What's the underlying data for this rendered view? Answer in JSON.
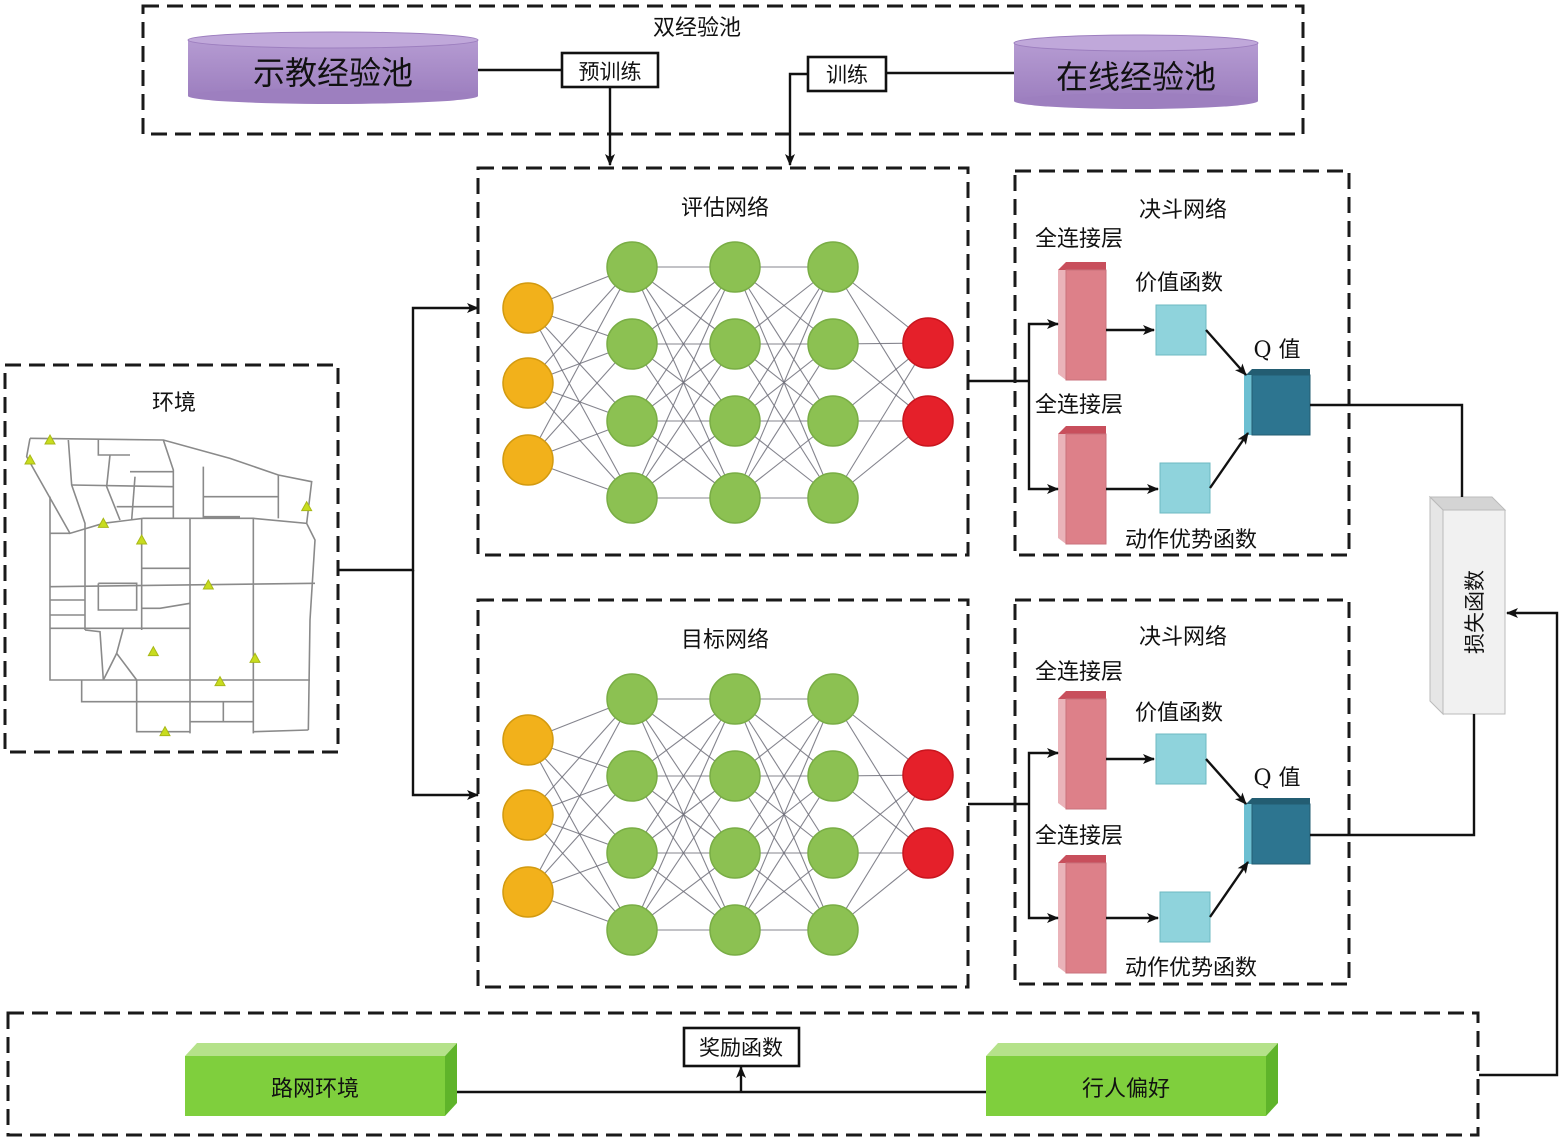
{
  "experience_pool": {
    "title": "双经验池",
    "demo_pool": "示教经验池",
    "online_pool": "在线经验池",
    "pretrain_label": "预训练",
    "train_label": "训练",
    "pool_color": "#a88bc8"
  },
  "environment": {
    "title": "环境"
  },
  "eval_network": {
    "title": "评估网络",
    "layers": [
      3,
      4,
      4,
      4,
      2
    ]
  },
  "target_network": {
    "title": "目标网络",
    "layers": [
      3,
      4,
      4,
      4,
      2
    ]
  },
  "dueling_top": {
    "title": "决斗网络",
    "fc_top": "全连接层",
    "fc_bottom": "全连接层",
    "value_fn": "价值函数",
    "advantage_fn": "动作优势函数",
    "q_value": "Q 值"
  },
  "dueling_bottom": {
    "title": "决斗网络",
    "fc_top": "全连接层",
    "fc_bottom": "全连接层",
    "value_fn": "价值函数",
    "advantage_fn": "动作优势函数",
    "q_value": "Q 值"
  },
  "loss": {
    "label": "损失函数"
  },
  "reward": {
    "road_env": "路网环境",
    "pedestrian_pref": "行人偏好",
    "reward_fn": "奖励函数"
  },
  "colors": {
    "input_node": "#f2b11b",
    "hidden_node": "#8cc152",
    "output_node": "#e5202a",
    "fc_layer": "#dd8089",
    "value_box": "#8fd3dc",
    "q_box": "#2d7590",
    "green_block": "#7fcf3d"
  }
}
